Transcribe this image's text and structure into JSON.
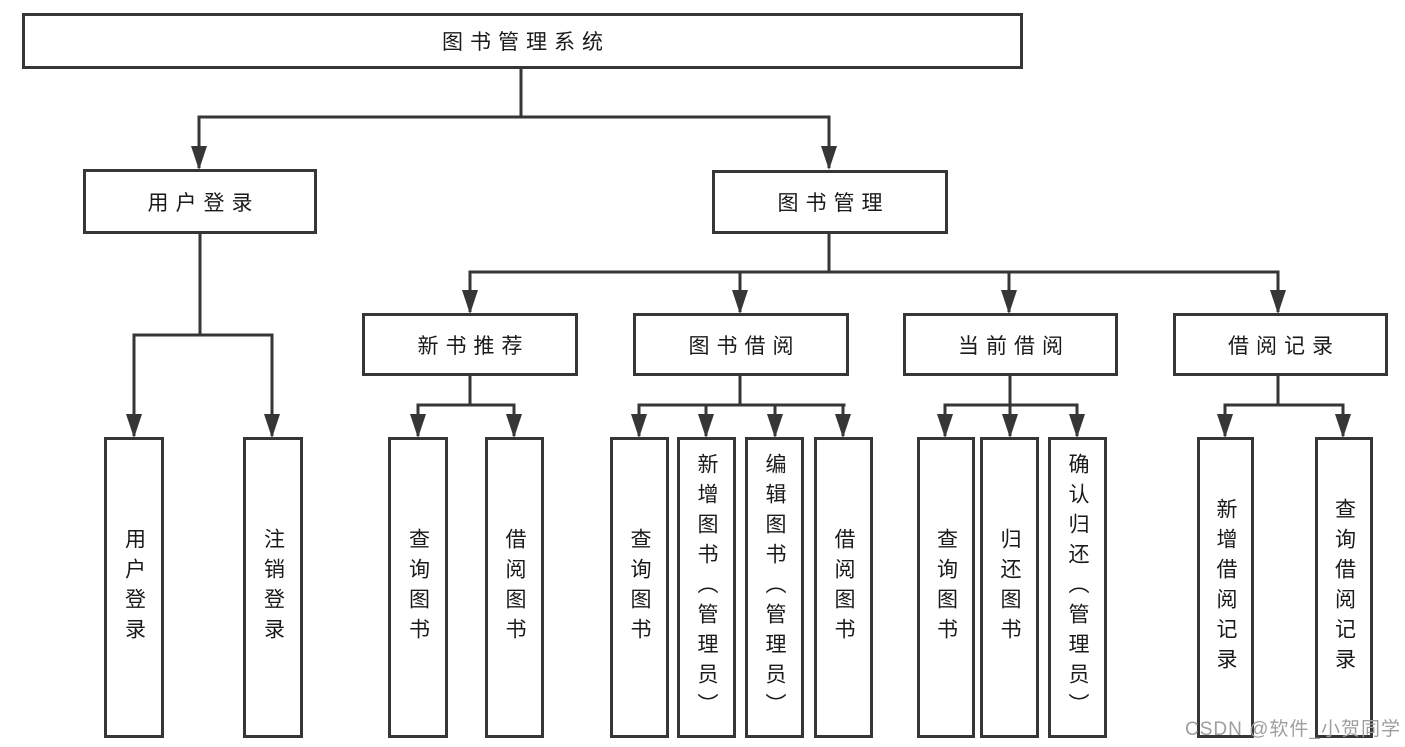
{
  "diagram": {
    "root": {
      "label": "图书管理系统"
    },
    "children": [
      {
        "id": "user_login",
        "label": "用户登录",
        "children": [
          {
            "label": "用户登录"
          },
          {
            "label": "注销登录"
          }
        ]
      },
      {
        "id": "book_management",
        "label": "图书管理",
        "children": [
          {
            "id": "new_book_recommend",
            "label": "新书推荐",
            "children": [
              {
                "label": "查询图书"
              },
              {
                "label": "借阅图书"
              }
            ]
          },
          {
            "id": "book_borrow",
            "label": "图书借阅",
            "children": [
              {
                "label": "查询图书"
              },
              {
                "label": "新增图书（管理员）"
              },
              {
                "label": "编辑图书（管理员）"
              },
              {
                "label": "借阅图书"
              }
            ]
          },
          {
            "id": "current_borrow",
            "label": "当前借阅",
            "children": [
              {
                "label": "查询图书"
              },
              {
                "label": "归还图书"
              },
              {
                "label": "确认归还（管理员）"
              }
            ]
          },
          {
            "id": "borrow_records",
            "label": "借阅记录",
            "children": [
              {
                "label": "新增借阅记录"
              },
              {
                "label": "查询借阅记录"
              }
            ]
          }
        ]
      }
    ]
  },
  "watermark": {
    "text": "CSDN @软件_小贺同学"
  },
  "colors": {
    "line": "#363636",
    "text": "#1a1a1a",
    "background": "#ffffff",
    "watermark": "#9e9e9e"
  }
}
